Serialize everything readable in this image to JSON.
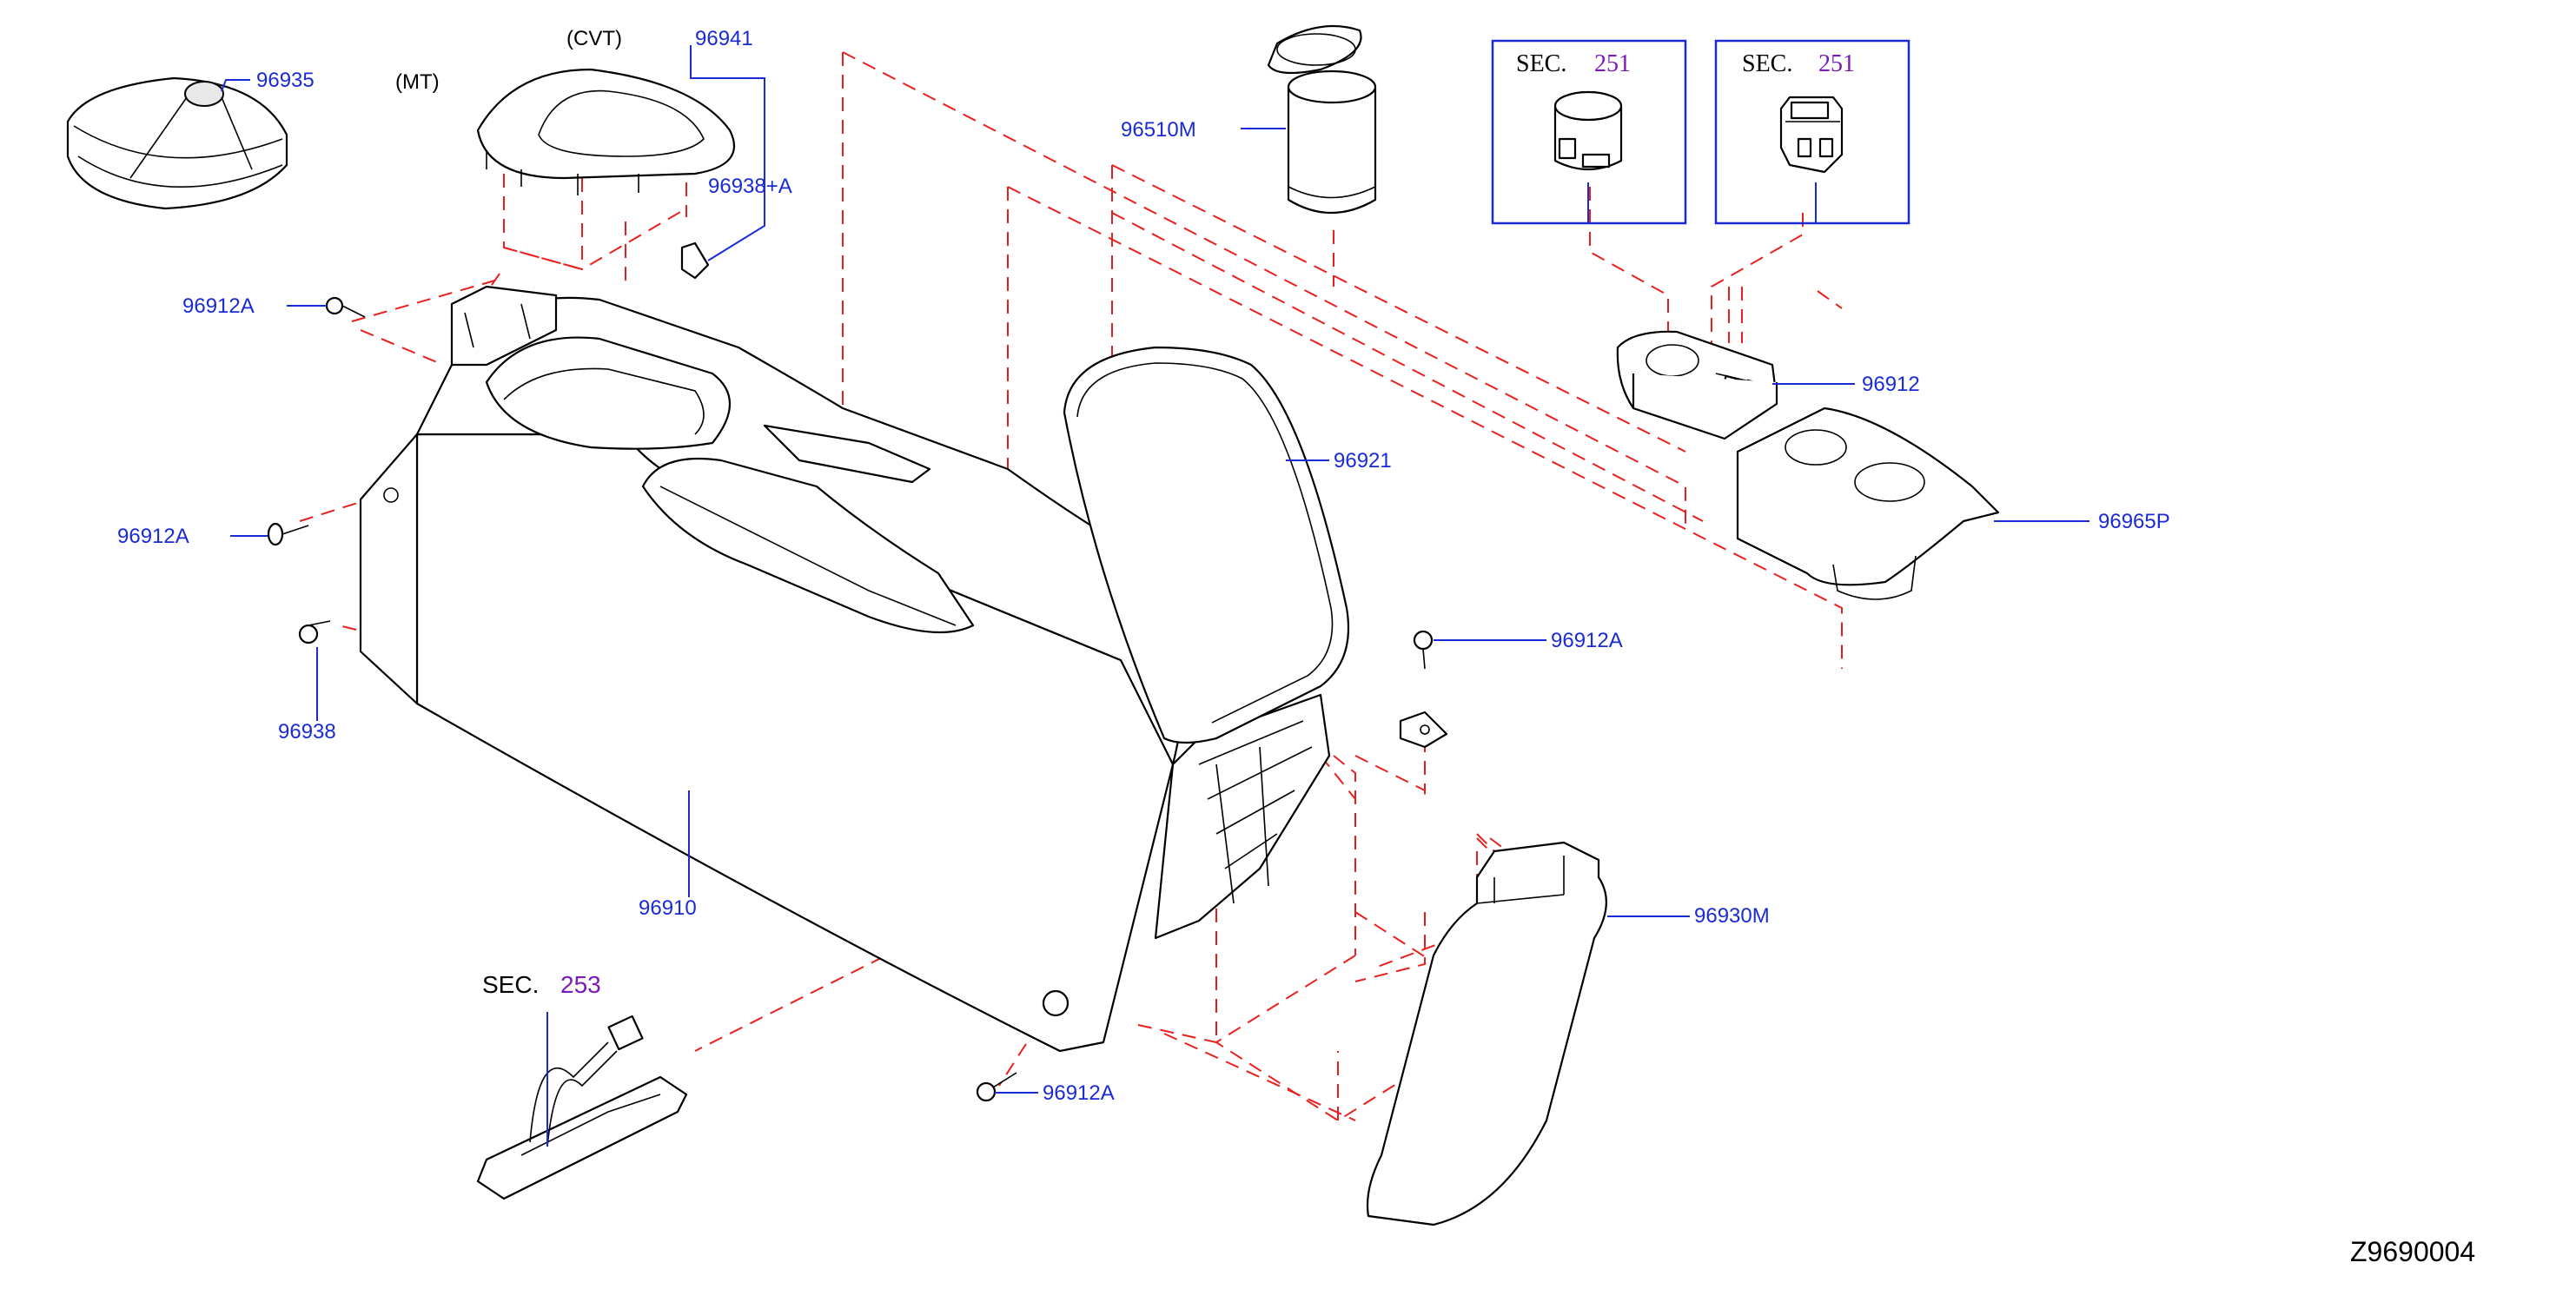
{
  "diagram_code": "Z9690004",
  "labels": {
    "mt": "(MT)",
    "cvt": "(CVT)"
  },
  "parts": {
    "p96935": "96935",
    "p96941": "96941",
    "p96938a": "96938+A",
    "p96912a_1": "96912A",
    "p96912a_2": "96912A",
    "p96912a_3": "96912A",
    "p96912a_4": "96912A",
    "p96938": "96938",
    "p96910": "96910",
    "p96510m": "96510M",
    "p96921": "96921",
    "p96912": "96912",
    "p96965p": "96965P",
    "p96930m": "96930M"
  },
  "sections": {
    "sec1": {
      "label": "SEC.",
      "num": "251"
    },
    "sec2": {
      "label": "SEC.",
      "num": "251"
    },
    "sec3": {
      "label": "SEC.",
      "num": "253"
    }
  },
  "colors": {
    "callout_text": "#1a2bd6",
    "section_number": "#7a1ab8",
    "dashed_guides": "#e8201f",
    "outline": "#000000"
  }
}
